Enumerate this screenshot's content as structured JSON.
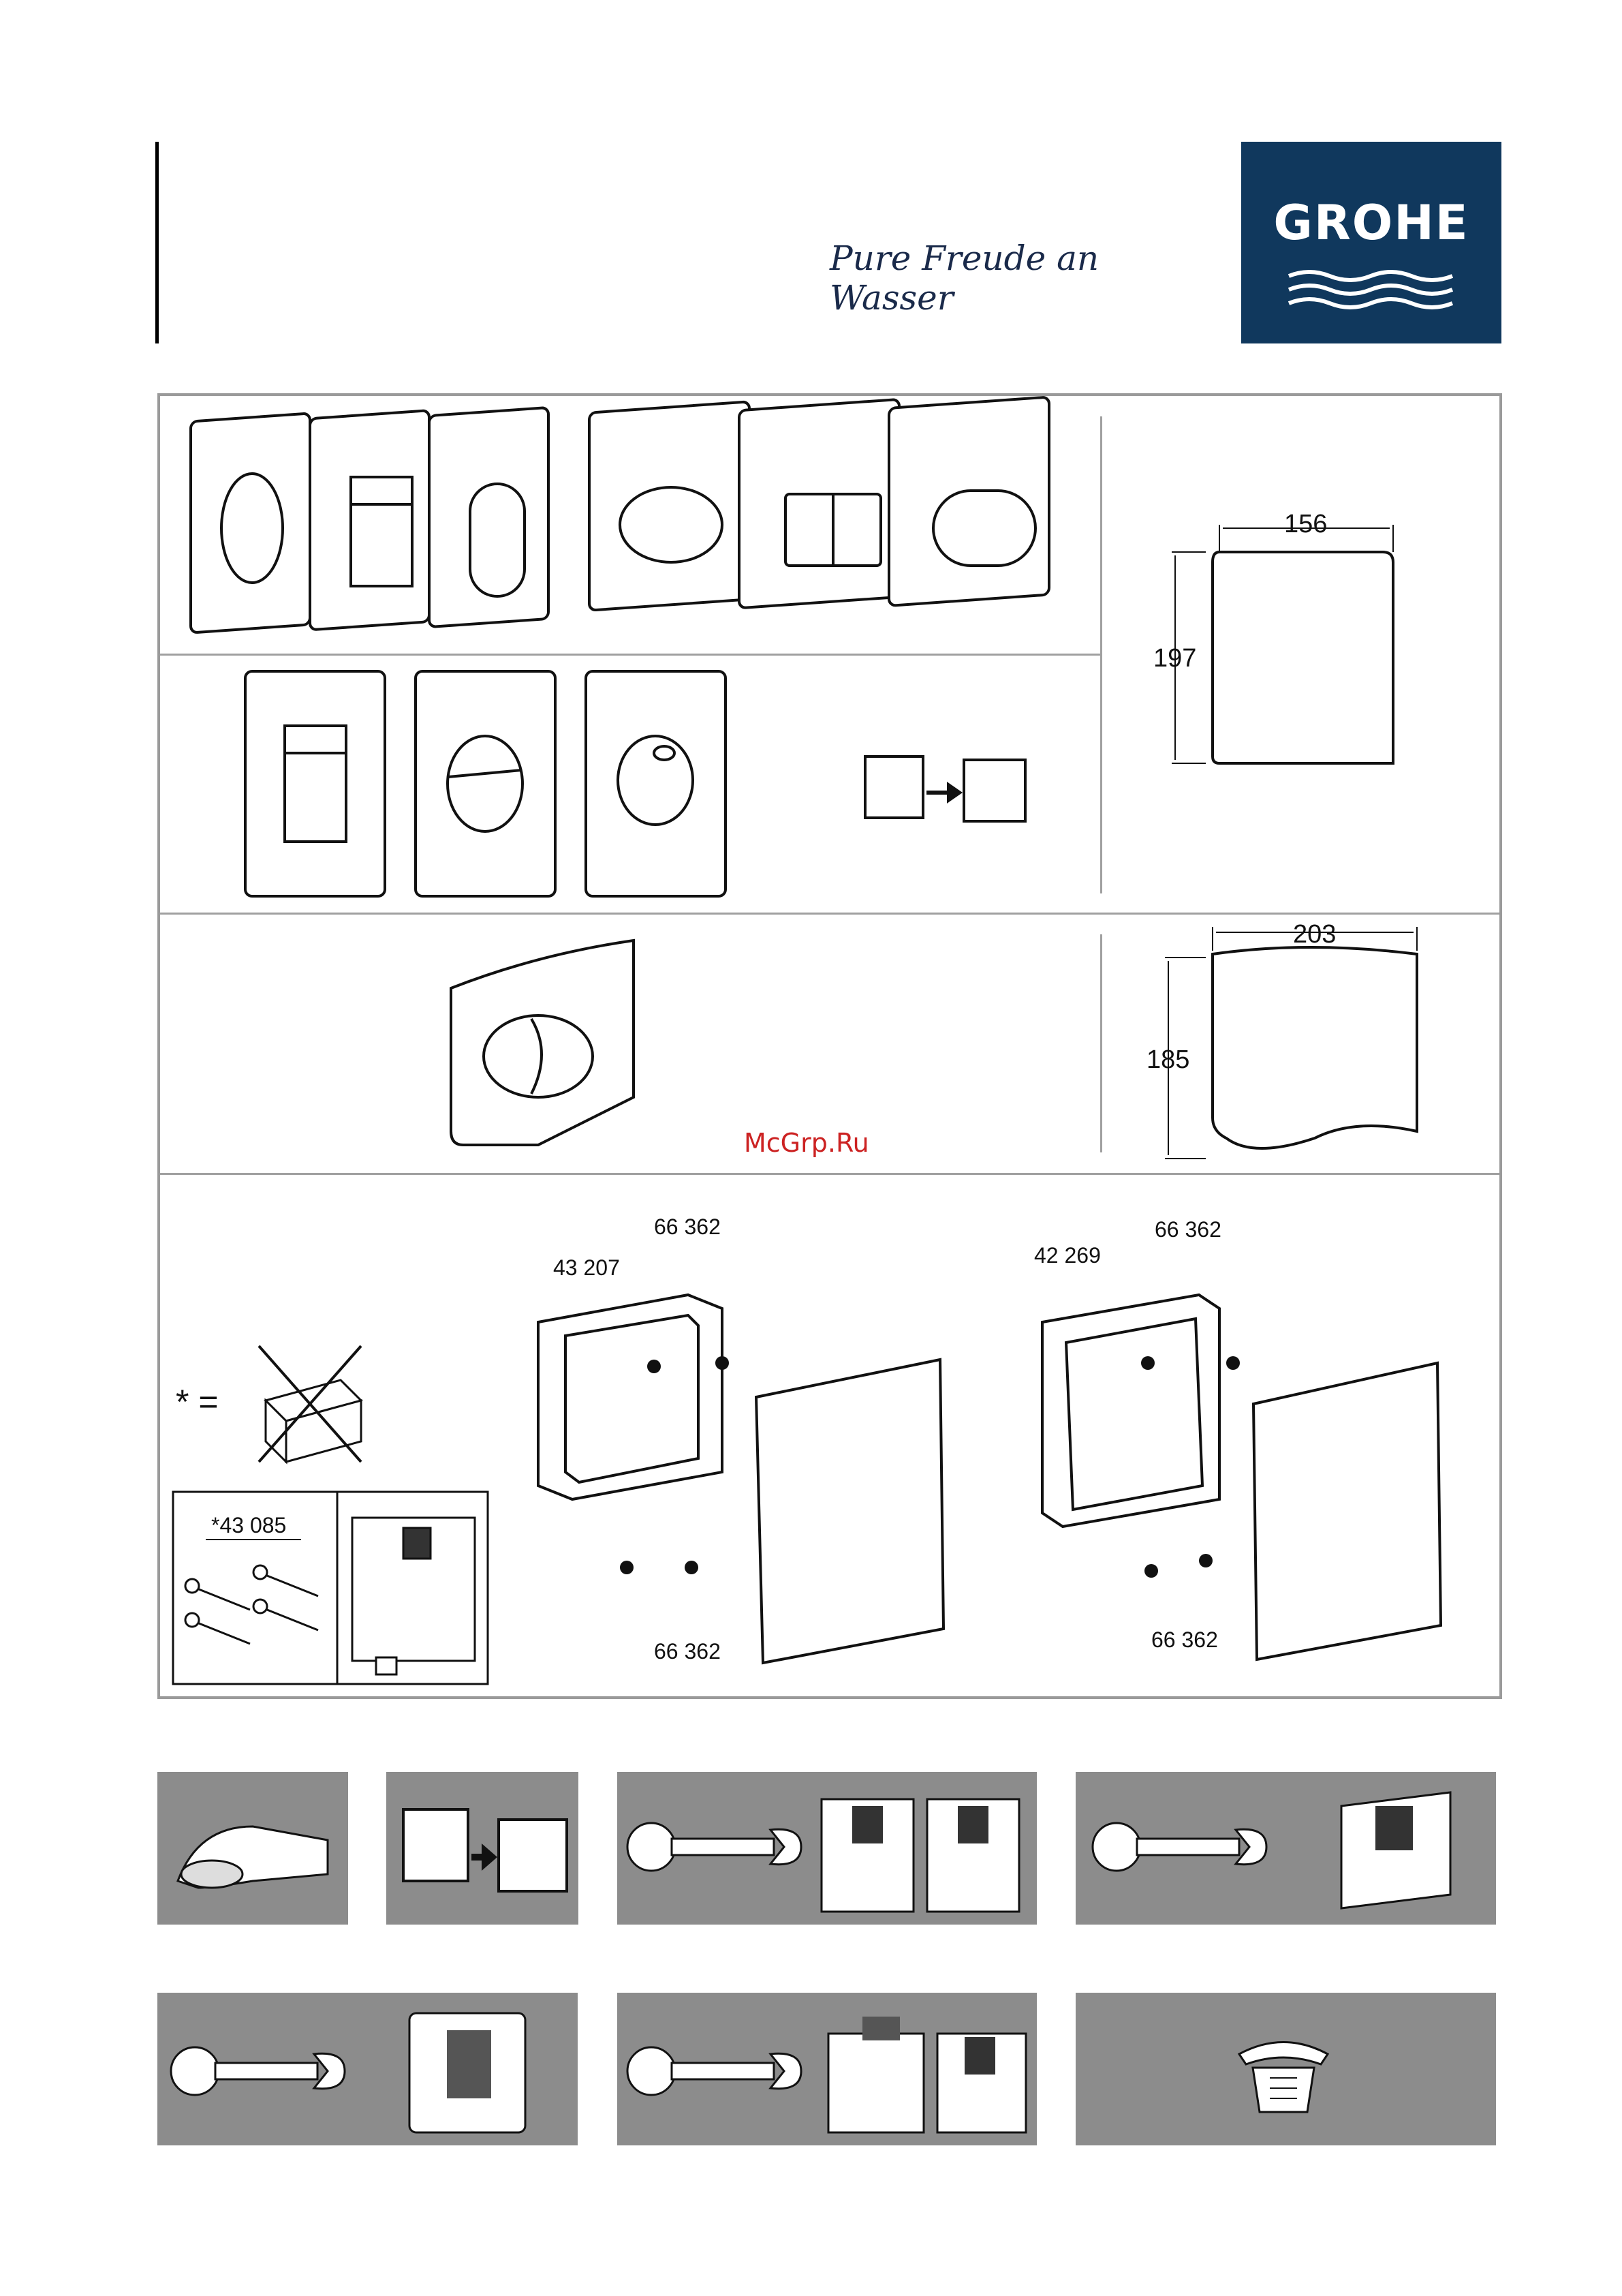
{
  "header": {
    "tagline": "Pure Freude an Wasser",
    "logo_text": "GROHE",
    "brand_color": "#10385d"
  },
  "dimensions": {
    "plate_a_width": "156",
    "plate_a_height": "197",
    "plate_b_width": "203",
    "plate_b_height": "185"
  },
  "watermark": "McGrp.Ru",
  "installation": {
    "star_equals": "* =",
    "set_label": "*43 085",
    "frame_left_label": "43 207",
    "frame_right_label": "42 269",
    "screws_label": "66 362"
  },
  "panel_color": "#8c8c8c",
  "icons": [
    "hand-wipe-icon",
    "replace-plate-icon",
    "wrench-icon",
    "cistern-icon",
    "frame-icon",
    "telephone-icon"
  ]
}
